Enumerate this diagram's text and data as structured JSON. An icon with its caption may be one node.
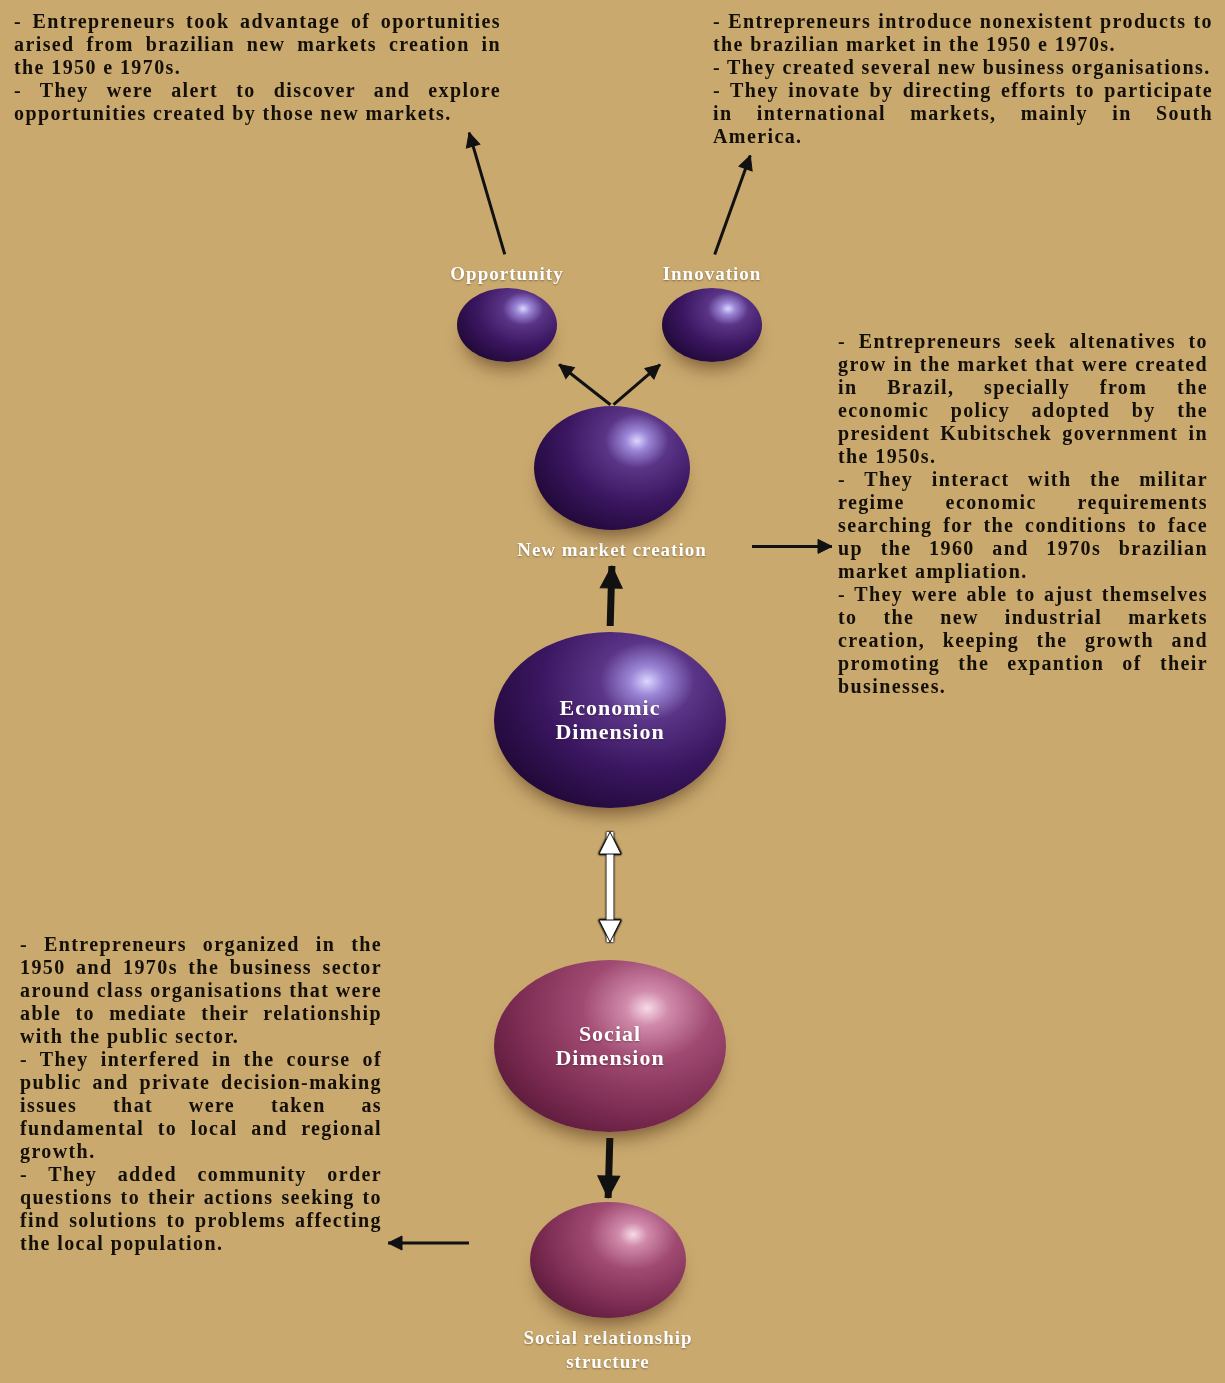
{
  "diagram": {
    "nodes": [
      {
        "text": [
          "- Entrepreneurs took advantage of oportunities arised from brazilian new markets creation in the 1950 e 1970s.",
          "- They were alert to discover and explore opportunities created by those new markets."
        ]
      },
      {
        "text": [
          "- Entrepreneurs introduce nonexistent products to the brazilian market in the 1950 e 1970s.",
          "- They created several new business organisations.",
          "- They inovate by directing efforts to participate in international markets, mainly in South America."
        ]
      },
      {
        "text": [
          "Opportunity"
        ]
      },
      {
        "text": [
          "Innovation"
        ]
      },
      {
        "text": [
          "New market creation"
        ]
      },
      {
        "text": [
          "- Entrepreneurs seek altenatives to grow in the market that were created in Brazil, specially from the economic policy adopted by the president Kubitschek government in the 1950s.",
          "- They interact with the militar regime economic requirements searching for the conditions to face up the 1960 and 1970s brazilian market ampliation.",
          "- They were able to ajust themselves to the new industrial markets creation, keeping the growth and promoting the expantion of their businesses."
        ]
      },
      {
        "text": [
          "Economic Dimension"
        ]
      },
      {
        "text": [
          "Social Dimension"
        ]
      },
      {
        "text": [
          "Social relationship structure"
        ]
      },
      {
        "text": [
          "- Entrepreneurs organized in the 1950 and 1970s the business sector around class organisations that were able to mediate their relationship with the public sector.",
          "- They interfered in the course of public and private decision-making issues that were taken as fundamental to local and regional growth.",
          "- They added community order questions to their actions seeking to find solutions to problems affecting the local population."
        ]
      }
    ],
    "edges": [
      {
        "from": 2,
        "to": 0,
        "arrow": "to"
      },
      {
        "from": 3,
        "to": 1,
        "arrow": "to"
      },
      {
        "from": 4,
        "to": 2,
        "arrow": "to"
      },
      {
        "from": 4,
        "to": 3,
        "arrow": "to"
      },
      {
        "from": 4,
        "to": 5,
        "arrow": "to"
      },
      {
        "from": 6,
        "to": 4,
        "arrow": "to",
        "style": "thick"
      },
      {
        "from": 6,
        "to": 7,
        "arrow": "both",
        "style": "thick",
        "color": "#ffffff"
      },
      {
        "from": 7,
        "to": 8,
        "arrow": "to",
        "style": "thick"
      },
      {
        "from": 8,
        "to": 9,
        "arrow": "to"
      }
    ]
  }
}
